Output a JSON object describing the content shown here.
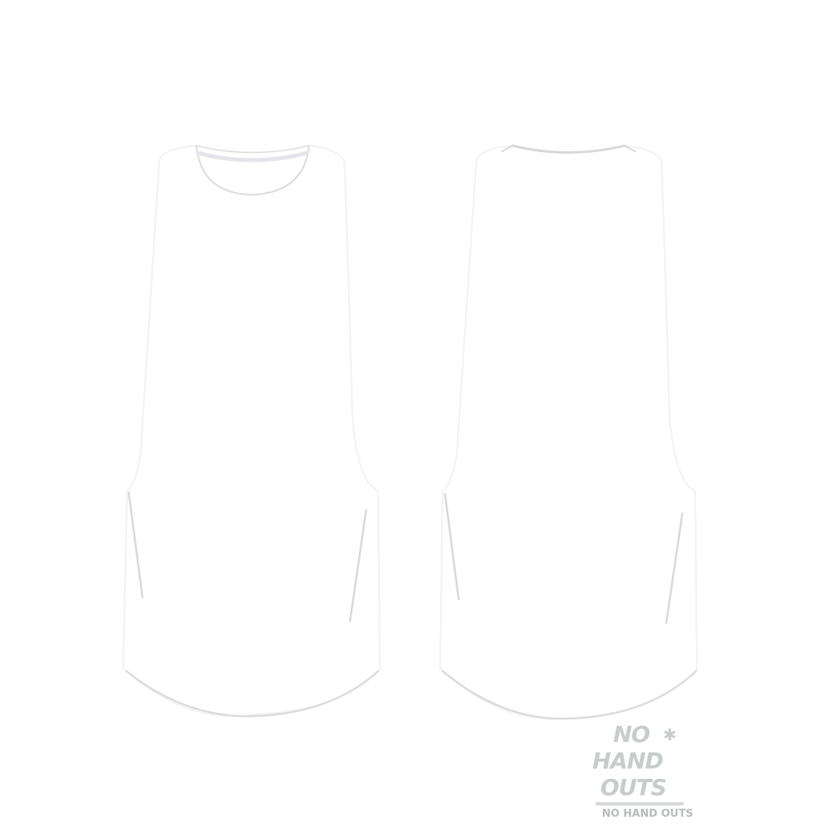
{
  "views": [
    {
      "name": "front"
    },
    {
      "name": "back"
    }
  ],
  "colors": {
    "outline": "#dcdcdc",
    "fill": "#ffffff",
    "logo": "#d4d7d6",
    "collar": "#e4e4ea"
  },
  "logo": {
    "text": "NO HAND OUTS",
    "line1": "NO",
    "line2": "HAND",
    "line3": "OUTS"
  }
}
